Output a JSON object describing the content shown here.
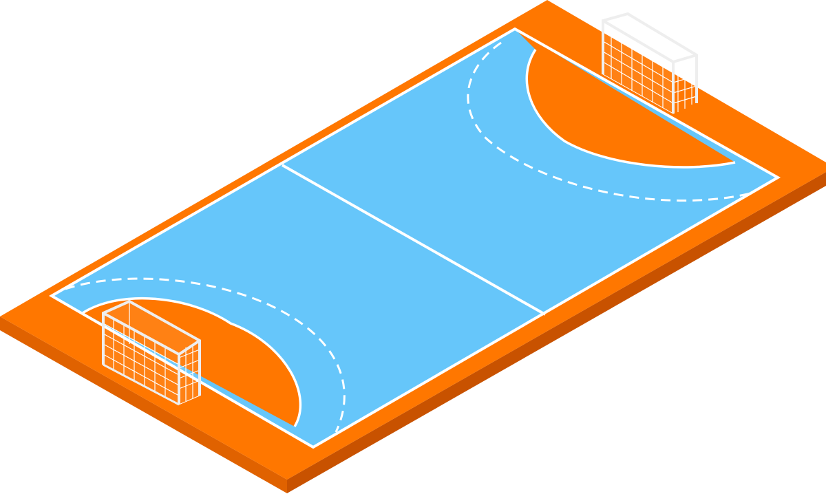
{
  "scene": {
    "subject": "isometric-handball-court",
    "colors": {
      "background": "#ffffff",
      "platform_top": "#FF7700",
      "platform_left_side": "#E06200",
      "platform_right_side": "#C85200",
      "court_surface": "#66C6FA",
      "goal_area": "#FF7700",
      "line_color": "#ffffff",
      "net_color": "#ffffff",
      "post_color": "#eeeeee"
    },
    "elements": {
      "goals": 2,
      "center_line": true,
      "dashed_free_throw_lines": 2
    }
  }
}
